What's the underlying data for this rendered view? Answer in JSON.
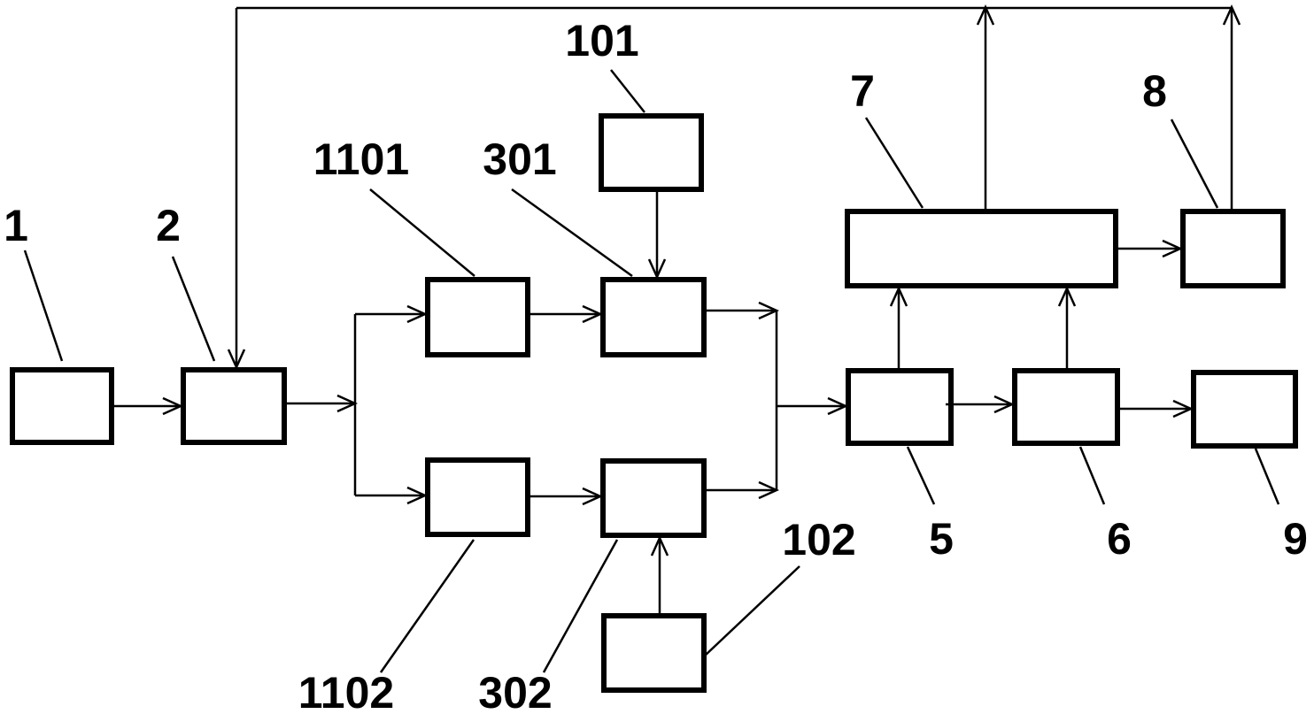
{
  "labels": {
    "b1": "1",
    "b2": "2",
    "b101": "101",
    "b102": "102",
    "b1101": "1101",
    "b1102": "1102",
    "b301": "301",
    "b302": "302",
    "b5": "5",
    "b6": "6",
    "b7": "7",
    "b8": "8",
    "b9": "9"
  }
}
